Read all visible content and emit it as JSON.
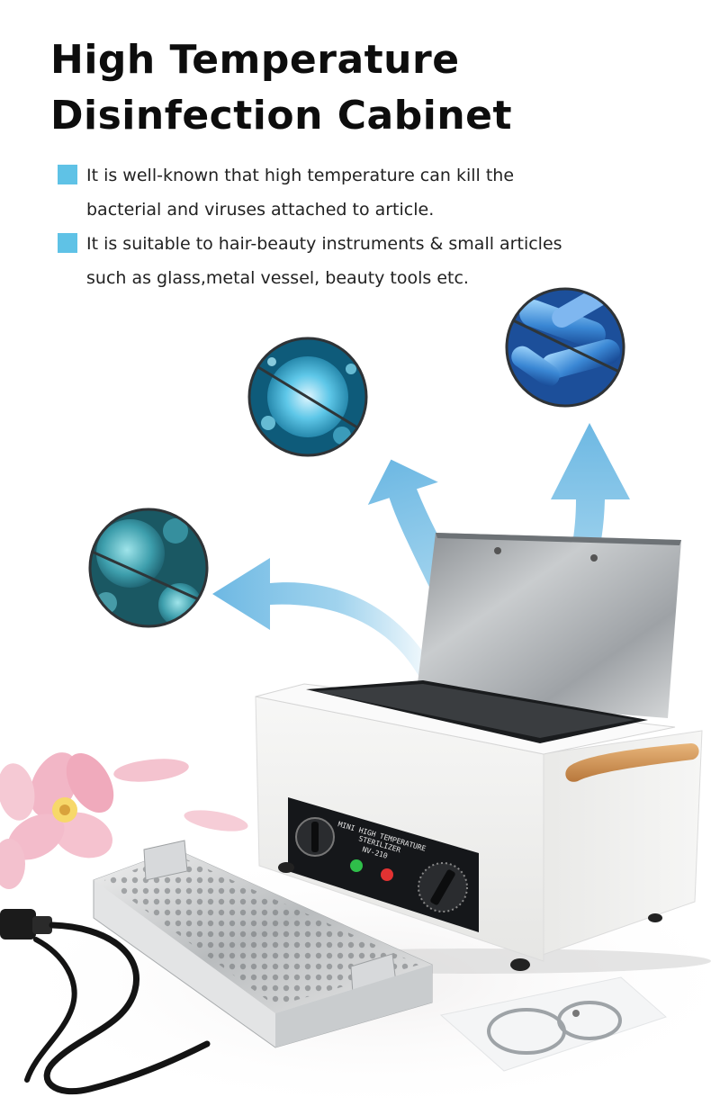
{
  "title": {
    "line1": "High Temperature",
    "line2": "Disinfection Cabinet"
  },
  "bullets": [
    {
      "line1": "It is well-known that high temperature can kill the",
      "line2": "bacterial and viruses attached to article."
    },
    {
      "line1": "It is suitable to hair-beauty instruments & small articles",
      "line2": "such as glass,metal vessel, beauty tools etc."
    }
  ],
  "panel": {
    "line1": "MINI HIGH TEMPERATURE",
    "line2": "STERILIZER",
    "model": "NV-210"
  },
  "colors": {
    "bullet_accent": "#5fc2e6",
    "arrow": "#78c0e6",
    "handle": "#d69a5c"
  }
}
